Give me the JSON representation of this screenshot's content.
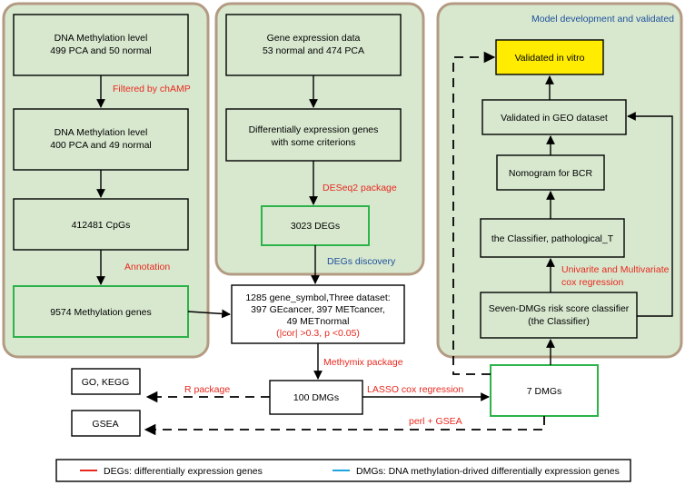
{
  "panels": {
    "methylation": {
      "box1": [
        "DNA Methylation level",
        "499 PCA and 50 normal"
      ],
      "filter_label": "Filtered by chAMP",
      "box2": [
        "DNA Methylation level",
        "400 PCA and 49 normal"
      ],
      "box3": "412481 CpGs",
      "annotation_label": "Annotation",
      "box4": "9574 Methylation genes"
    },
    "expression": {
      "box1": [
        "Gene expression data",
        "53 normal and 474 PCA"
      ],
      "box2": [
        "Differentially expression genes",
        "with some criterions"
      ],
      "deseq_label": "DESeq2 package",
      "box3": "3023 DEGs",
      "title": "DEGs discovery"
    },
    "model": {
      "title": "Model development and validated",
      "validated_vitro": "Validated in vitro",
      "validated_geo": "Validated in GEO dataset",
      "nomogram": "Nomogram for BCR",
      "classifier_t": "the Classifier, pathological_T",
      "cox_label": [
        "Univarite and Multivariate",
        "cox regression"
      ],
      "seven_dmgs": [
        "Seven-DMGs risk score classifier",
        "(the Classifier)"
      ]
    }
  },
  "center": {
    "dataset_box": [
      "1285 gene_symbol,Three dataset:",
      "397 GEcancer, 397 METcancer,",
      "49 METnormal"
    ],
    "dataset_red": "(|cor| >0.3, p <0.05)",
    "methymix_label": "Methymix package",
    "dmgs_100": "100 DMGs",
    "lasso_label": "LASSO cox regression",
    "dmgs_7": "7 DMGs",
    "r_package_label": "R package",
    "perl_label": "perl + GSEA",
    "go_kegg": "GO, KEGG",
    "gsea": "GSEA"
  },
  "legend": {
    "degs": "DEGs: differentially expression genes",
    "dmgs": "DMGs: DNA methylation-drived differentially expression genes"
  },
  "colors": {
    "panel_fill": "#d8e8cf",
    "panel_border": "#b39b83",
    "green_border": "#2db34a",
    "highlight": "#ffec00",
    "red_text": "#e8281e",
    "blue_text": "#1d4f9c",
    "legend_red": "#e8281e",
    "legend_blue": "#1ea5e0"
  }
}
